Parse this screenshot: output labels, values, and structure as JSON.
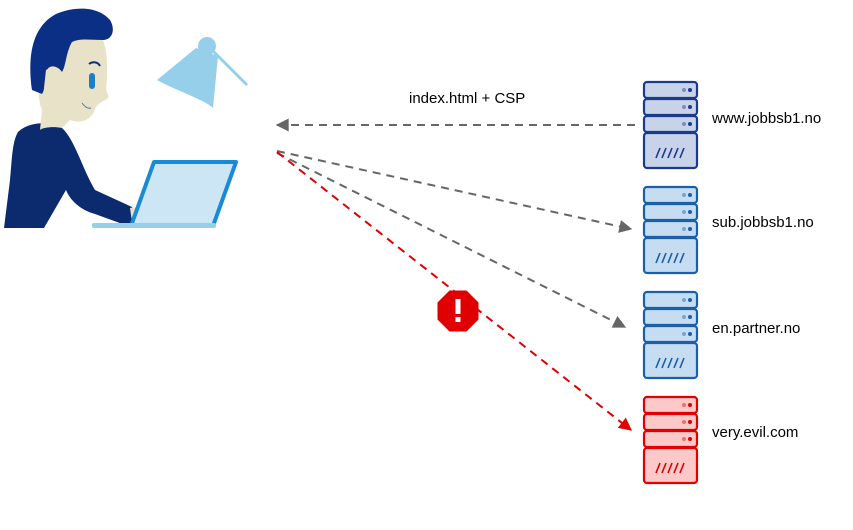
{
  "diagram": {
    "title": "Content Security Policy request flow",
    "client": {
      "name": "user-at-laptop",
      "description": "Person working on a laptop"
    },
    "response_label": "index.html + CSP",
    "servers": [
      {
        "host": "www.jobbsb1.no",
        "status": "origin",
        "color": "#1a3a8a",
        "fill": "#c8d3ea"
      },
      {
        "host": "sub.jobbsb1.no",
        "status": "allowed",
        "color": "#1a5fa8",
        "fill": "#c6ddf1"
      },
      {
        "host": "en.partner.no",
        "status": "allowed",
        "color": "#1a5fa8",
        "fill": "#c6ddf1"
      },
      {
        "host": "very.evil.com",
        "status": "blocked",
        "color": "#e00000",
        "fill": "#fcc8c8"
      }
    ],
    "warning_icon": "exclamation-octagon",
    "colors": {
      "allowed_arrow": "#666666",
      "blocked_arrow": "#e00000",
      "warning": "#e00000",
      "person_hair": "#0a2f85",
      "person_skin": "#e8e2c8",
      "person_shirt": "#0c2a6e",
      "laptop_frame": "#1a8ad4",
      "laptop_screen": "#cce6f6",
      "lamp": "#95cfe9"
    }
  }
}
